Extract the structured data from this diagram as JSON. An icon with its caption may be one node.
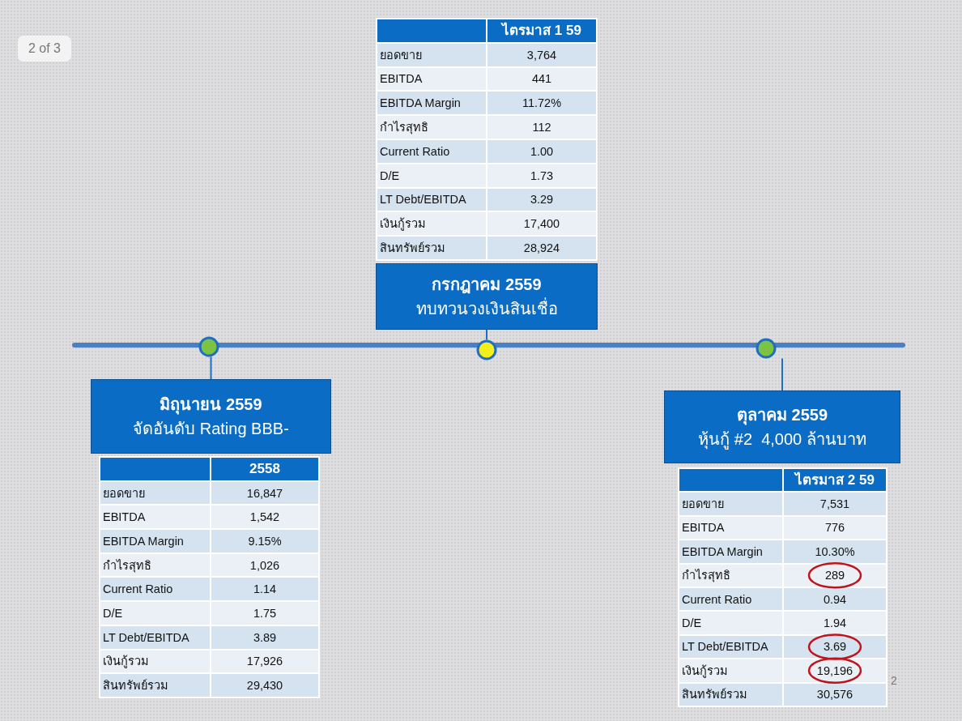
{
  "diagram": {
    "nodes": [
      {
        "text": [
          "ไตรมาส 1 59",
          "ยอดขาย",
          "3,764",
          "EBITDA",
          "441",
          "EBITDA Margin",
          "11.72%",
          "กำไรสุทธิ",
          "112",
          "Current Ratio",
          "1.00",
          "D/E",
          "1.73",
          "LT Debt/EBITDA",
          "3.29",
          "เงินกู้รวม",
          "17,400",
          "สินทรัพย์รวม",
          "28,924"
        ]
      },
      {
        "text": [
          "กรกฎาคม 2559",
          "ทบทวนวงเงินสินเชื่อ"
        ]
      },
      {
        "text": [],
        "shape": "circle"
      },
      {
        "text": [],
        "shape": "circle"
      },
      {
        "text": [],
        "shape": "circle"
      },
      {
        "text": [
          "มิถุนายน 2559",
          "จัดอันดับ Rating BBB-"
        ]
      },
      {
        "text": [
          "2558",
          "ยอดขาย",
          "16,847",
          "EBITDA",
          "1,542",
          "EBITDA Margin",
          "9.15%",
          "กำไรสุทธิ",
          "1,026",
          "Current Ratio",
          "1.14",
          "D/E",
          "1.75",
          "LT Debt/EBITDA",
          "3.89",
          "เงินกู้รวม",
          "17,926",
          "สินทรัพย์รวม",
          "29,430"
        ]
      },
      {
        "text": [
          "ตุลาคม 2559",
          "หุ้นกู้ #2  4,000 ล้านบาท"
        ]
      },
      {
        "text": [
          "ไตรมาส 2 59",
          "ยอดขาย",
          "7,531",
          "EBITDA",
          "776",
          "EBITDA Margin",
          "10.30%",
          "กำไรสุทธิ",
          "289",
          "Current Ratio",
          "0.94",
          "D/E",
          "1.94",
          "LT Debt/EBITDA",
          "3.69",
          "เงินกู้รวม",
          "19,196",
          "สินทรัพย์รวม",
          "30,576"
        ]
      }
    ],
    "edges": [
      {
        "from": 1,
        "to": 3,
        "arrow": "none"
      },
      {
        "from": 2,
        "to": 5,
        "arrow": "none"
      },
      {
        "from": 4,
        "to": 7,
        "arrow": "none"
      }
    ],
    "labels": [
      "2 of 3",
      "2"
    ]
  }
}
